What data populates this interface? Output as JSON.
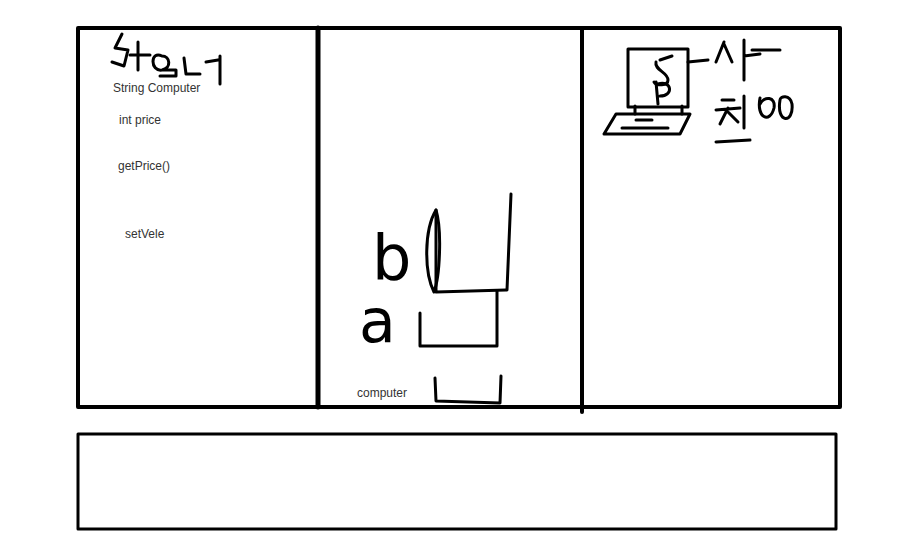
{
  "diagram": {
    "nodes": [
      {
        "text": [
          "String Computer",
          "int price",
          "getPrice()",
          "setVele"
        ]
      },
      {
        "text": [
          "computer"
        ]
      }
    ],
    "labels": [
      "b",
      "a"
    ]
  }
}
